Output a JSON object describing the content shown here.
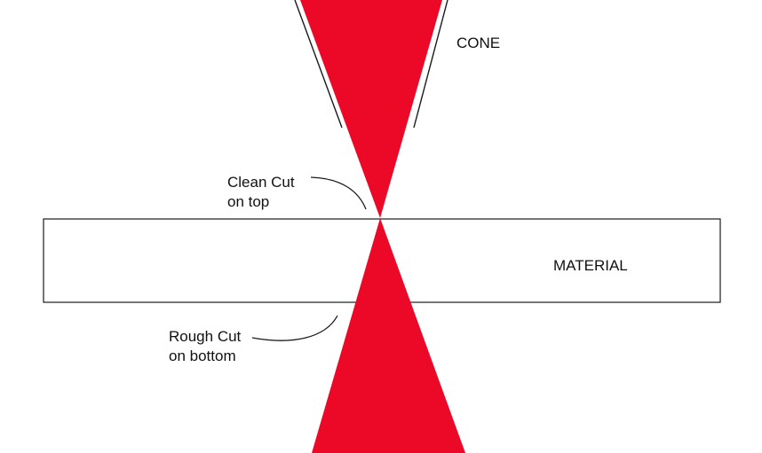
{
  "diagram": {
    "labels": {
      "cone": "CONE",
      "material": "MATERIAL",
      "clean_cut_line1": "Clean Cut",
      "clean_cut_line2": "on top",
      "rough_cut_line1": "Rough Cut",
      "rough_cut_line2": "on bottom"
    },
    "colors": {
      "beam": "#ec0928",
      "outline": "#1a1a1a",
      "background": "#ffffff"
    }
  }
}
